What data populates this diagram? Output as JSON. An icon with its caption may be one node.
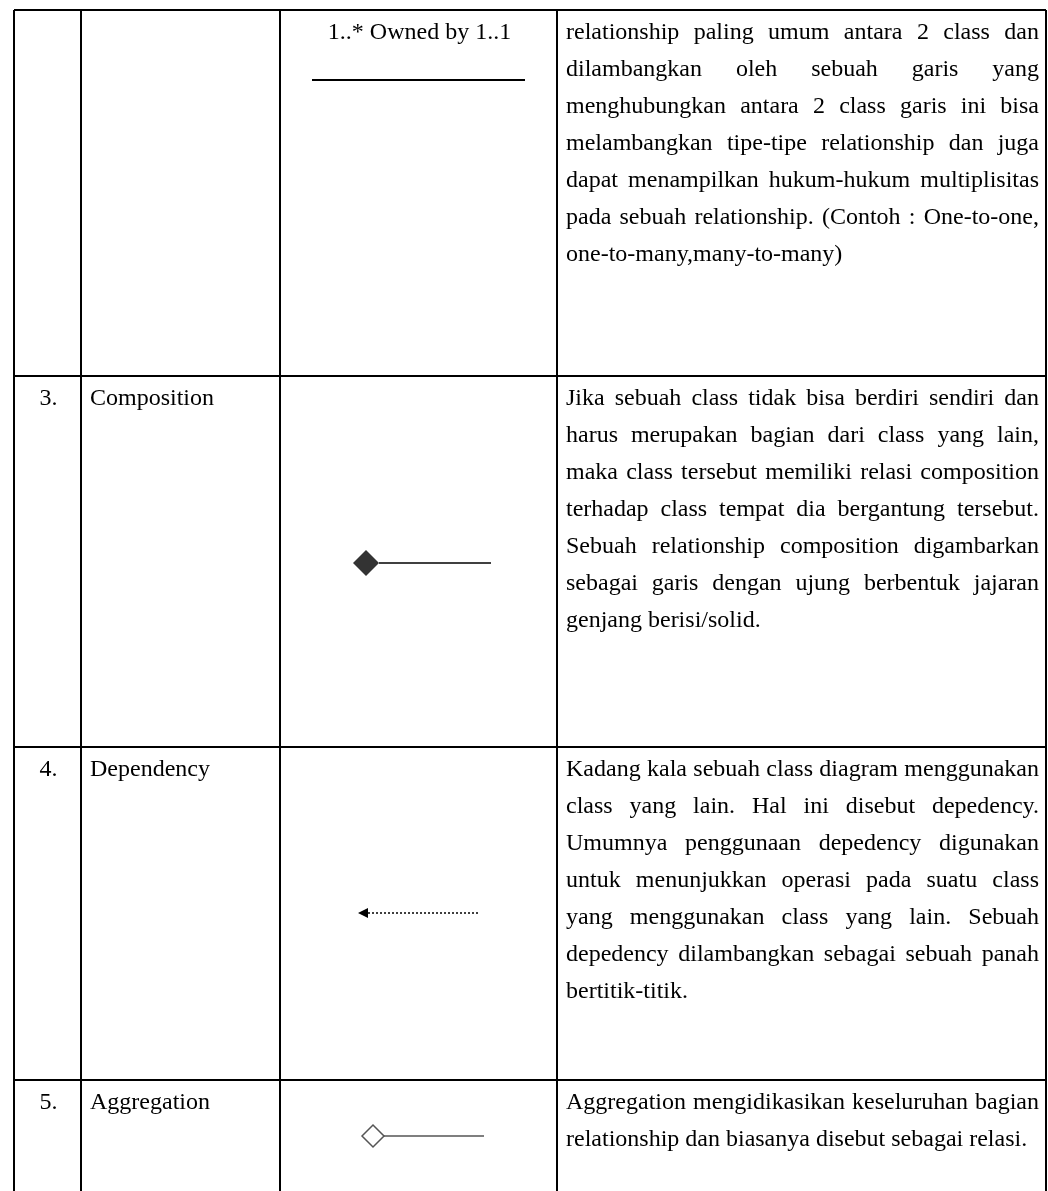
{
  "diagram": {
    "labels": [
      "1..* Owned by 1..1",
      "relationship paling umum antara 2 class dan dilambangkan oleh sebuah garis yang menghubungkan antara 2 class garis ini bisa melambangkan tipe-tipe relationship dan juga dapat menampilkan hukum-hukum multiplisitas pada sebuah relationship. (Contoh : One-to-one, one-to-many,many-to-many)",
      "3.",
      "Composition",
      "Jika sebuah class tidak bisa berdiri sendiri dan harus merupakan bagian dari class yang lain, maka class tersebut memiliki relasi composition terhadap class tempat dia bergantung tersebut. Sebuah relationship composition digambarkan sebagai garis dengan ujung berbentuk jajaran genjang berisi/solid.",
      "4.",
      "Dependency",
      "Kadang kala sebuah class diagram menggunakan class yang lain. Hal ini disebut depedency. Umumnya penggunaan depedency digunakan untuk menunjukkan operasi pada suatu class yang menggunakan class yang lain. Sebuah depedency dilambangkan sebagai sebuah panah bertitik-titik.",
      "5.",
      "Aggregation",
      "Aggregation mengidikasikan keseluruhan bagian relationship dan biasanya disebut sebagai relasi."
    ]
  }
}
